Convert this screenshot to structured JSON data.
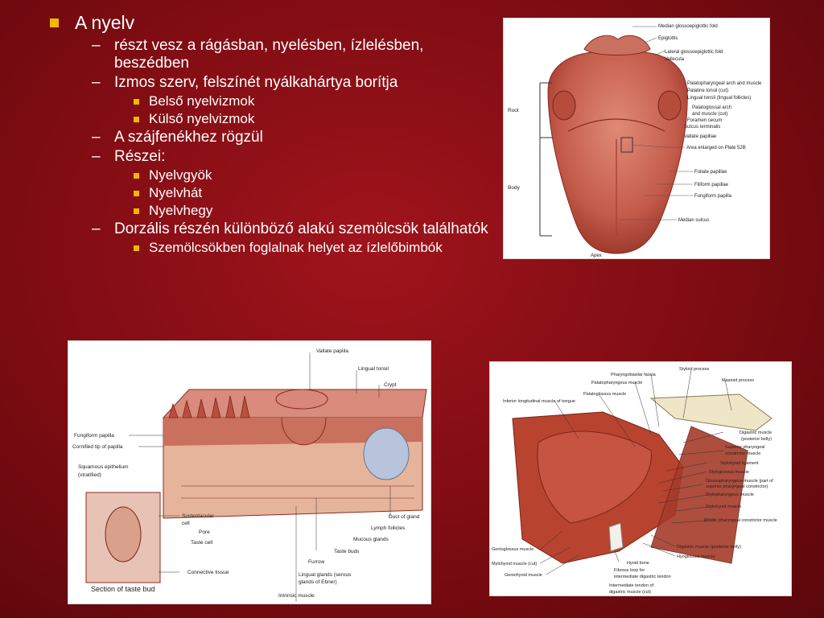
{
  "slide": {
    "title": "A nyelv",
    "items": [
      {
        "text": "részt vesz a rágásban, nyelésben, ízlelésben, beszédben",
        "children": []
      },
      {
        "text": "Izmos szerv, felszínét nyálkahártya borítja",
        "children": [
          "Belső nyelvizmok",
          "Külső nyelvizmok"
        ]
      },
      {
        "text": "A szájfenékhez rögzül",
        "children": []
      },
      {
        "text": "Részei:",
        "children": [
          "Nyelvgyök",
          "Nyelvhát",
          "Nyelvhegy"
        ]
      },
      {
        "text": "Dorzális részén különböző alakú szemölcsök találhatók",
        "children": [
          "Szemölcsökben foglalnak helyet az ízlelőbimbók"
        ]
      }
    ]
  },
  "figure_tongue": {
    "labels_right": [
      "Median glossoepiglottic fold",
      "Epiglottis",
      "Lateral glossoepiglottic fold",
      "Vallecula",
      "Palatopharyngeal arch and muscle",
      "Palatine tonsil (cut)",
      "Lingual tonsil (lingual follicles)",
      "Palatoglossal arch",
      "and muscle (cut)",
      "Foramen cecum",
      "Sulcus terminalis",
      "Vallate papillae",
      "Area enlarged on Plate 52B",
      "Foliate papillae",
      "Filiform papillae",
      "Fungiform papilla",
      "Median sulcus"
    ],
    "label_root": "Root",
    "label_body": "Body",
    "label_apex": "Apex"
  },
  "figure_papillae": {
    "labels": [
      "Vallate papilla",
      "Lingual tonsil",
      "Crypt",
      "Fungiform papilla",
      "Cornified tip of papilla",
      "Squamous epithelium",
      "(stratified)",
      "Sustentacular",
      "cell",
      "Pore",
      "Taste cell",
      "Connective tissue",
      "Duct of gland",
      "Lymph follicles",
      "Mucous glands",
      "Taste buds",
      "Furrow",
      "Lingual glands (serous",
      "glands of Ebner)",
      "Intrinsic muscle"
    ],
    "caption": "Section of taste bud"
  },
  "figure_muscles": {
    "labels_top": [
      "Pharyngobasilar fascia",
      "Palatopharyngeus muscle",
      "Palatoglossus muscle",
      "Inferior longitudinal muscle of tongue",
      "Styloid process",
      "Mastoid process"
    ],
    "labels_right": [
      "Digastric muscle",
      "(posterior belly)",
      "Superior pharyngeal",
      "constrictor muscle",
      "Stylohyoid ligament",
      "Styloglossus muscle",
      "Glossopharyngeus muscle (part of",
      "superior pharyngeal constrictor)",
      "Stylopharyngeus muscle",
      "Stylohyoid muscle",
      "Middle pharyngeal constrictor muscle",
      "Digastric muscle (posterior belly)",
      "Hyoglossus muscle"
    ],
    "labels_bottom": [
      "Genioglossus muscle",
      "Mylohyoid muscle (cut)",
      "Geniohyoid muscle",
      "Hyoid bone",
      "Fibrous loop for",
      "intermediate digastric tendon",
      "Intermediate tendon of",
      "digastric muscle (cut)"
    ]
  }
}
